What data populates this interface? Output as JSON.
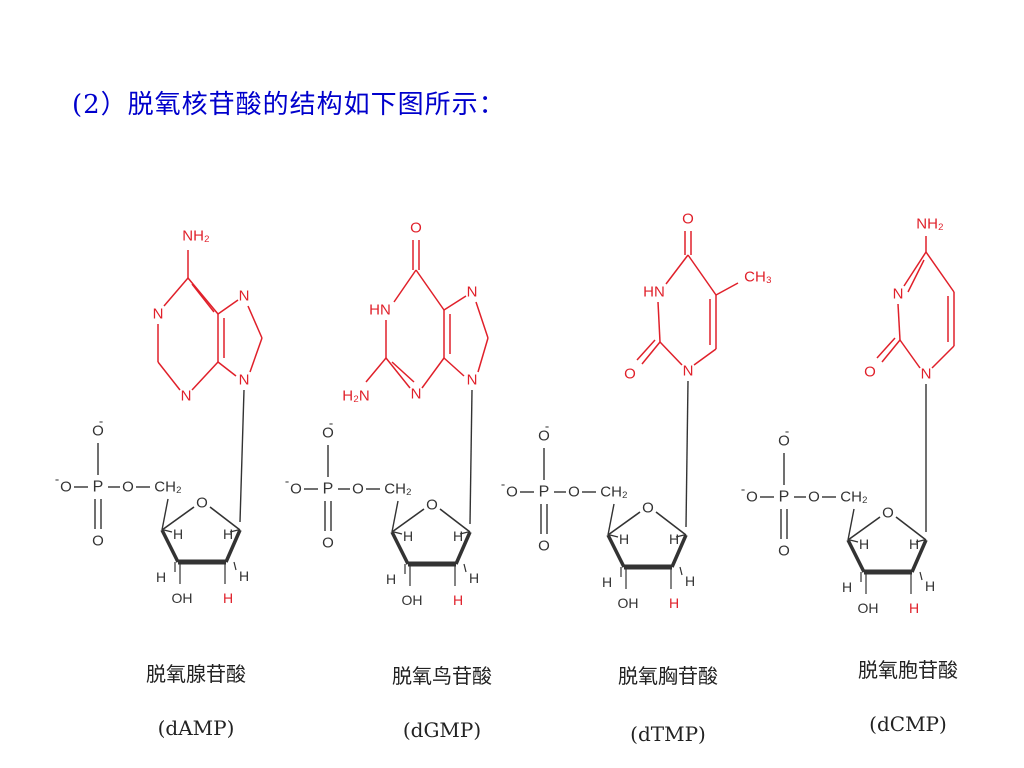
{
  "title": "(2）脱氧核苷酸的结构如下图所示：",
  "colors": {
    "title": "#0000cc",
    "base": "#e0202a",
    "backbone": "#333333"
  },
  "atoms": {
    "O": "O",
    "O_minus": "O",
    "minus": "-",
    "P": "P",
    "CH2": "CH₂",
    "H": "H",
    "OH": "OH",
    "N": "N",
    "NH2": "NH₂",
    "HN": "HN",
    "H2N": "H₂N",
    "CH3": "CH₃"
  },
  "nucleotides": [
    {
      "name": "脱氧腺苷酸",
      "abbr": "(dAMP)",
      "base": "adenine"
    },
    {
      "name": "脱氧鸟苷酸",
      "abbr": "(dGMP)",
      "base": "guanine"
    },
    {
      "name": "脱氧胸苷酸",
      "abbr": "(dTMP)",
      "base": "thymine"
    },
    {
      "name": "脱氧胞苷酸",
      "abbr": "(dCMP)",
      "base": "cytosine"
    }
  ]
}
